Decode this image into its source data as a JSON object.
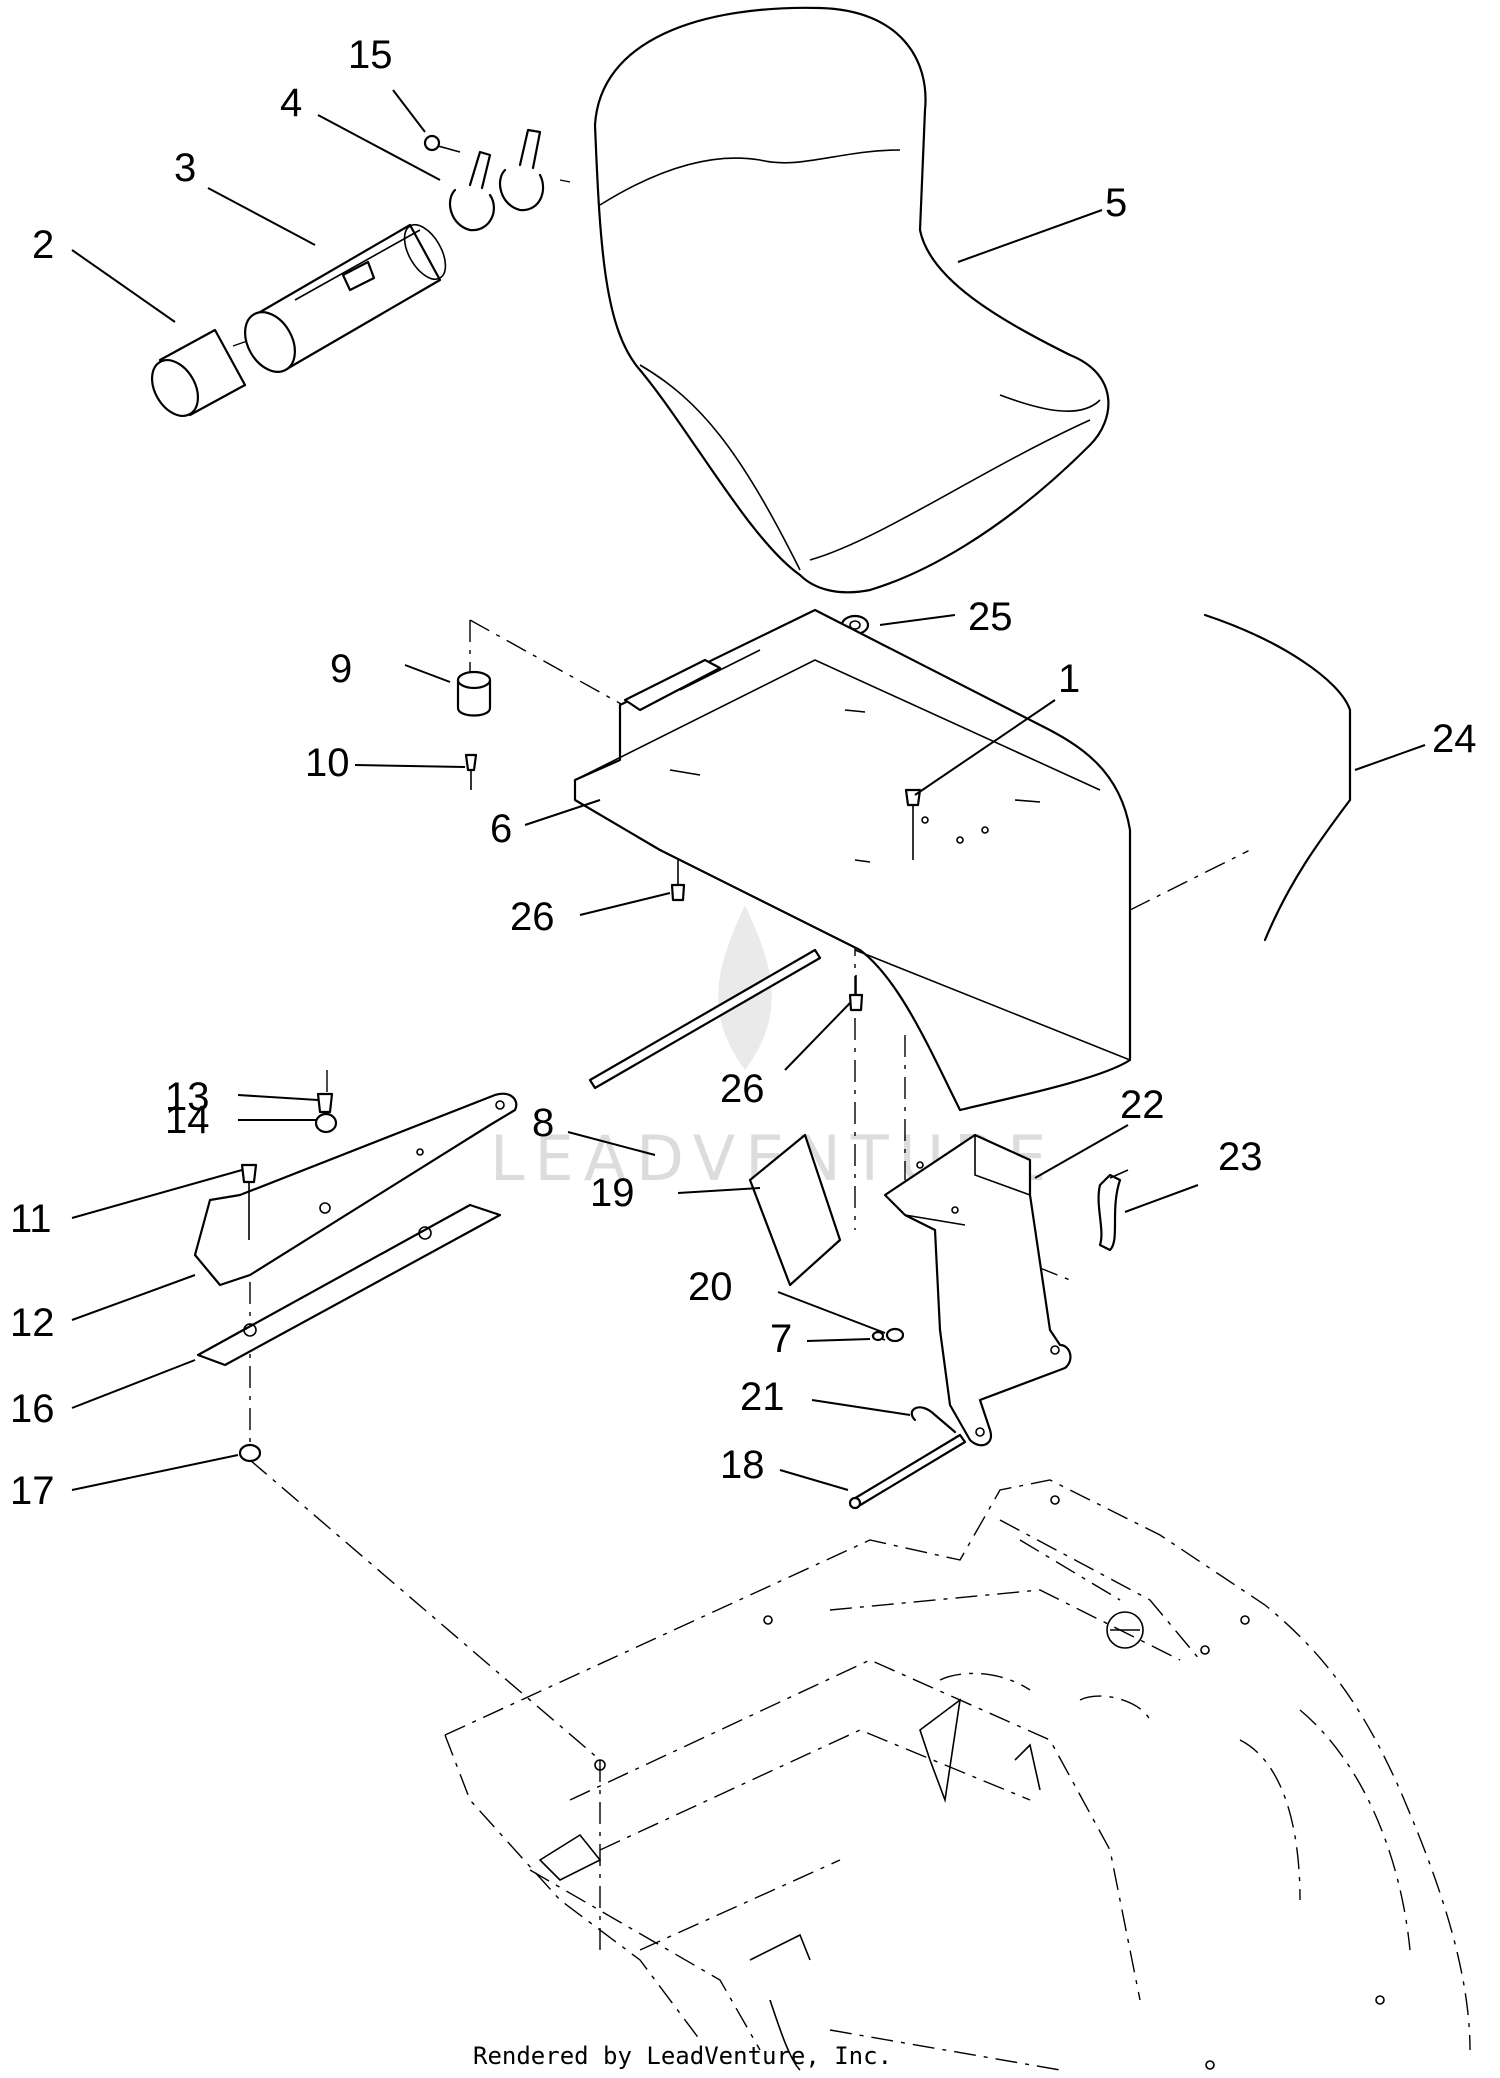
{
  "callouts": [
    {
      "id": "c15",
      "label": "15"
    },
    {
      "id": "c4",
      "label": "4"
    },
    {
      "id": "c3",
      "label": "3"
    },
    {
      "id": "c2",
      "label": "2"
    },
    {
      "id": "c5",
      "label": "5"
    },
    {
      "id": "c25",
      "label": "25"
    },
    {
      "id": "c9",
      "label": "9"
    },
    {
      "id": "c1",
      "label": "1"
    },
    {
      "id": "c24",
      "label": "24"
    },
    {
      "id": "c10",
      "label": "10"
    },
    {
      "id": "c6",
      "label": "6"
    },
    {
      "id": "c26a",
      "label": "26"
    },
    {
      "id": "c8",
      "label": "8"
    },
    {
      "id": "c26b",
      "label": "26"
    },
    {
      "id": "c13",
      "label": "13"
    },
    {
      "id": "c22",
      "label": "22"
    },
    {
      "id": "c14",
      "label": "14"
    },
    {
      "id": "c23",
      "label": "23"
    },
    {
      "id": "c11",
      "label": "11"
    },
    {
      "id": "c19",
      "label": "19"
    },
    {
      "id": "c12",
      "label": "12"
    },
    {
      "id": "c20",
      "label": "20"
    },
    {
      "id": "c7",
      "label": "7"
    },
    {
      "id": "c16",
      "label": "16"
    },
    {
      "id": "c21",
      "label": "21"
    },
    {
      "id": "c18",
      "label": "18"
    },
    {
      "id": "c17",
      "label": "17"
    }
  ],
  "watermark": "LEADVENTURE",
  "footer": "Rendered by LeadVenture, Inc.",
  "colors": {
    "line": "#000000",
    "background": "#ffffff",
    "watermark": "#d9d9d9"
  }
}
